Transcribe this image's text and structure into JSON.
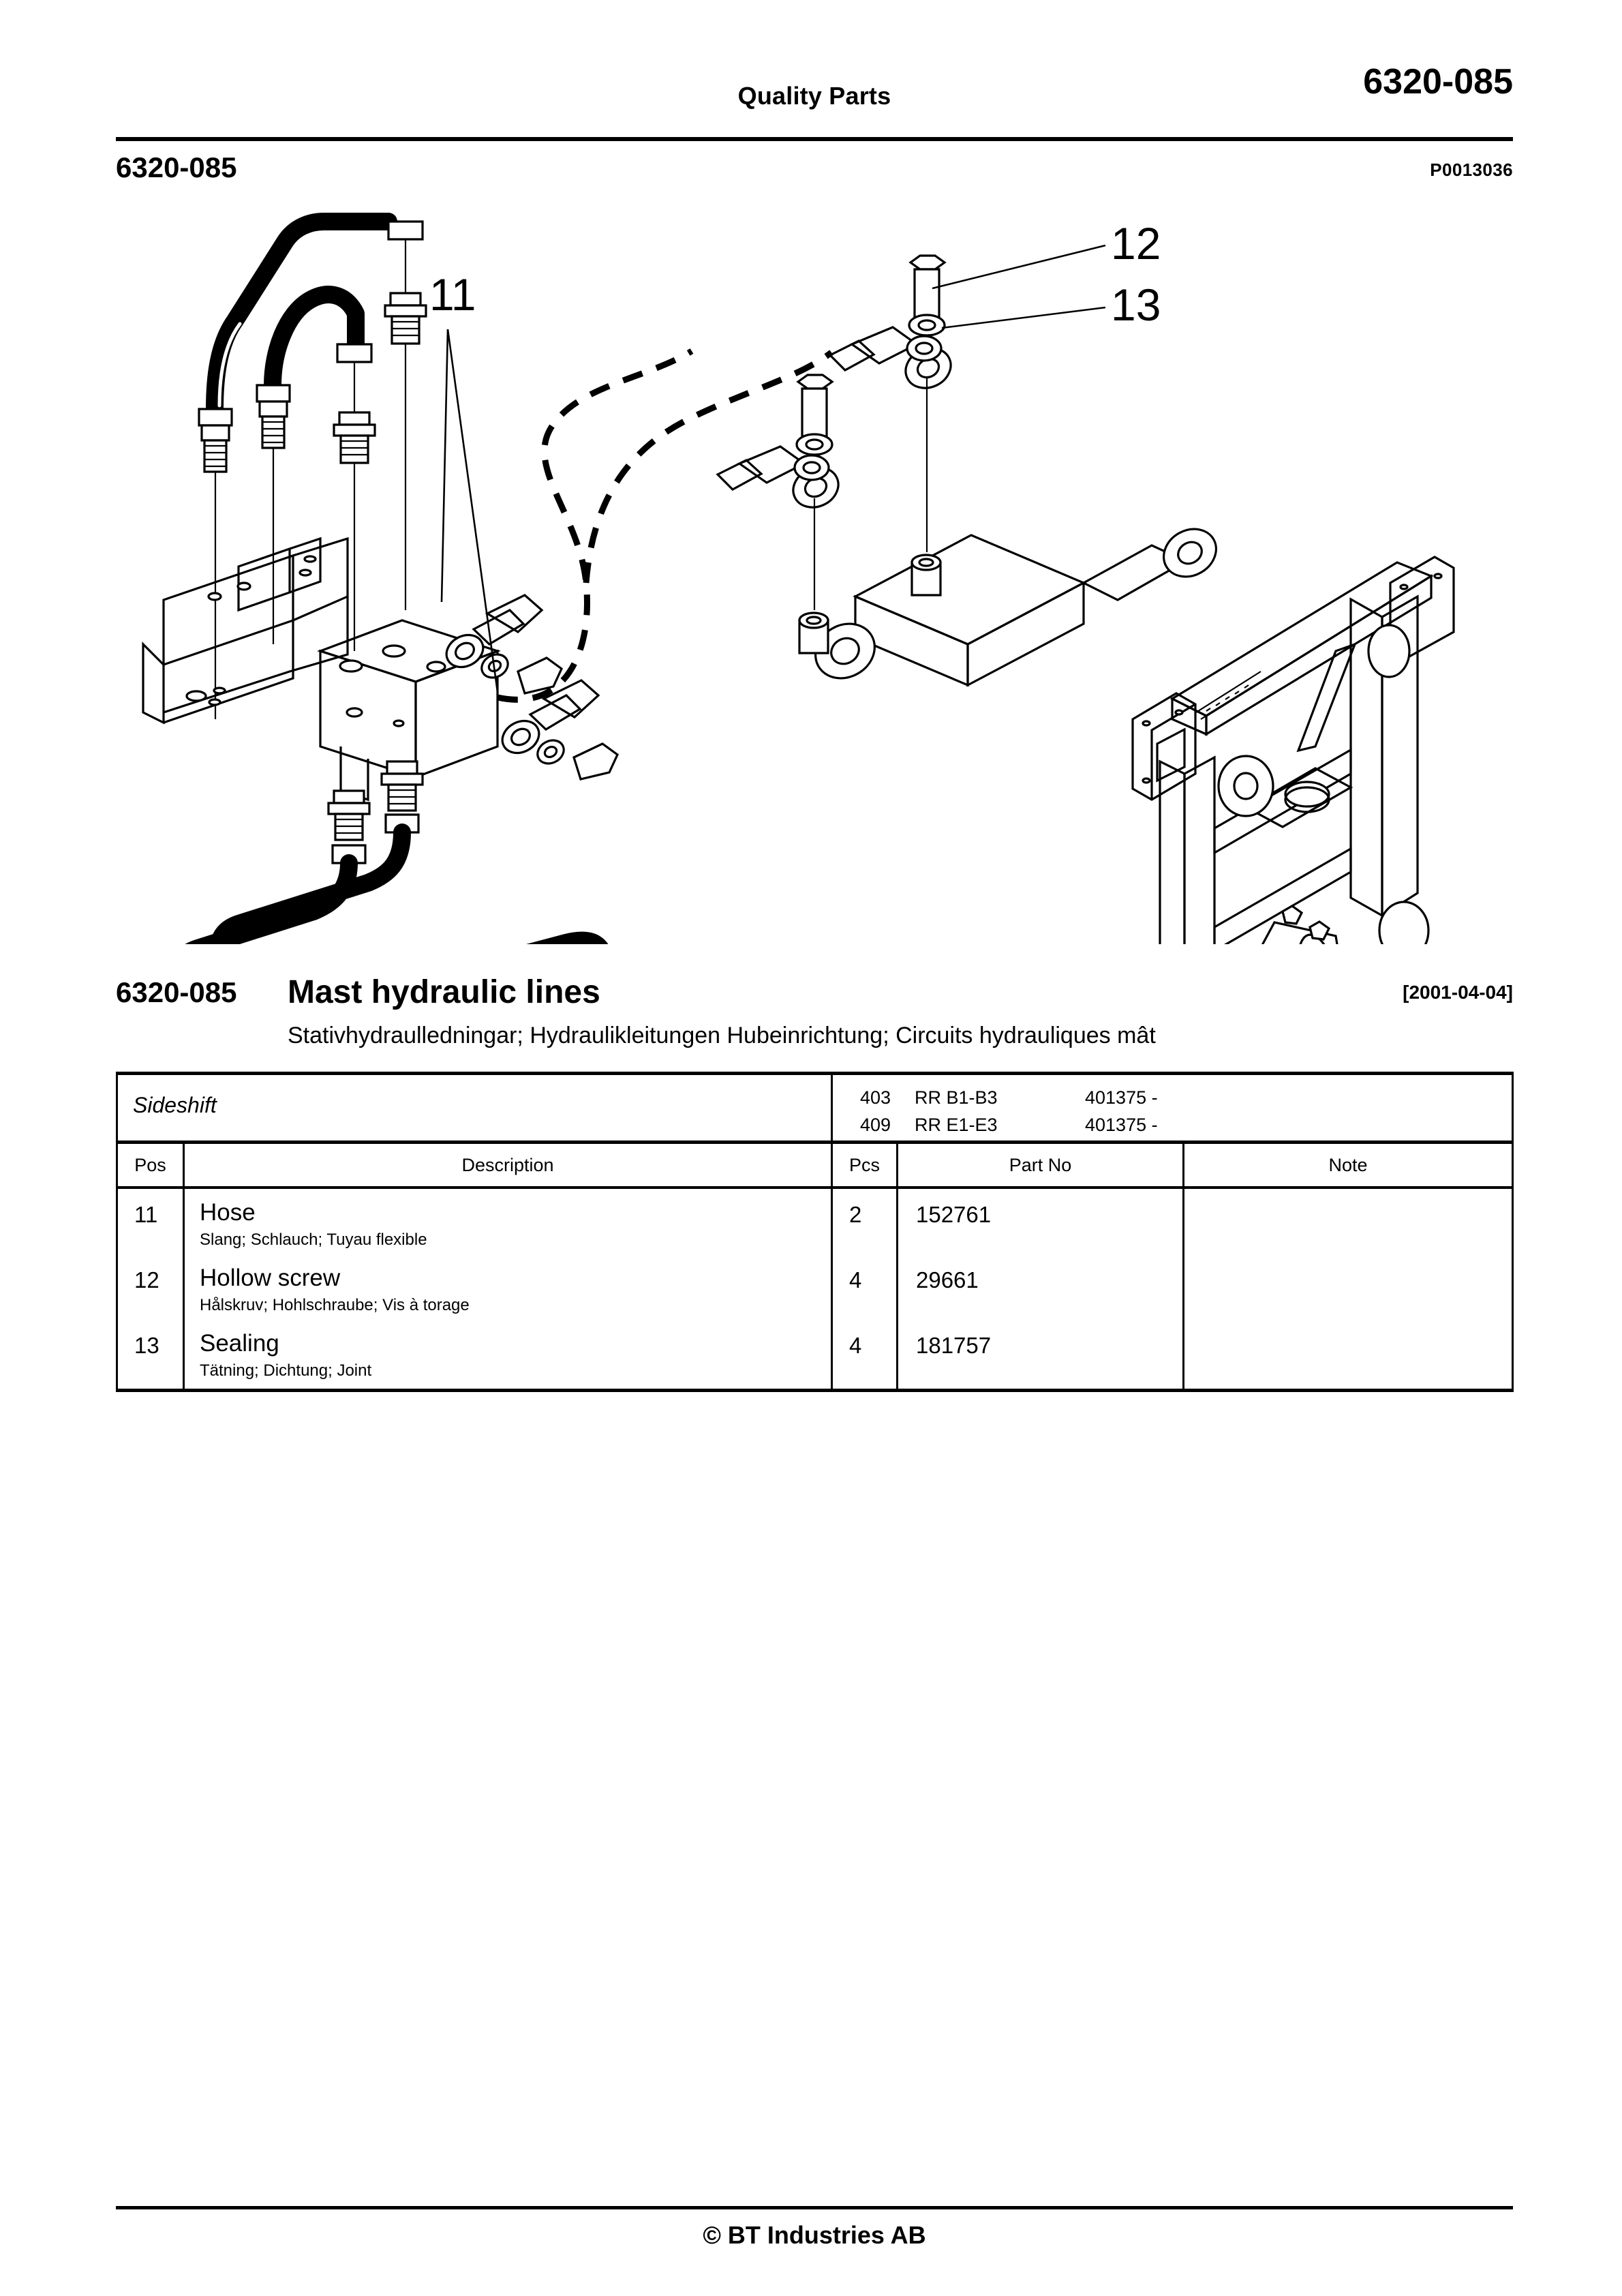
{
  "header": {
    "center_title": "Quality Parts",
    "right_code": "6320-085"
  },
  "subheader": {
    "left_code": "6320-085",
    "right_code": "P0013036"
  },
  "title": {
    "code": "6320-085",
    "name": "Mast hydraulic lines",
    "date": "[2001-04-04]",
    "subtitle": "Stativhydraulledningar; Hydraulikleitungen Hubeinrichtung; Circuits hydrauliques mât"
  },
  "illustration": {
    "callouts": [
      {
        "label": "11"
      },
      {
        "label": "12"
      },
      {
        "label": "13"
      }
    ]
  },
  "variant": {
    "name": "Sideshift",
    "rows": [
      {
        "code": "403",
        "model": "RR B1-B3",
        "serial": "401375 -"
      },
      {
        "code": "409",
        "model": "RR E1-E3",
        "serial": "401375 -"
      }
    ]
  },
  "table": {
    "columns": [
      "Pos",
      "Description",
      "Pcs",
      "Part No",
      "Note"
    ],
    "rows": [
      {
        "pos": "11",
        "description": "Hose",
        "description_sub": "Slang; Schlauch; Tuyau flexible",
        "pcs": "2",
        "part_no": "152761",
        "note": ""
      },
      {
        "pos": "12",
        "description": "Hollow screw",
        "description_sub": "Hålskruv; Hohlschraube; Vis à torage",
        "pcs": "4",
        "part_no": "29661",
        "note": ""
      },
      {
        "pos": "13",
        "description": "Sealing",
        "description_sub": "Tätning; Dichtung; Joint",
        "pcs": "4",
        "part_no": "181757",
        "note": ""
      }
    ]
  },
  "footer": {
    "copyright": "© BT Industries AB"
  }
}
